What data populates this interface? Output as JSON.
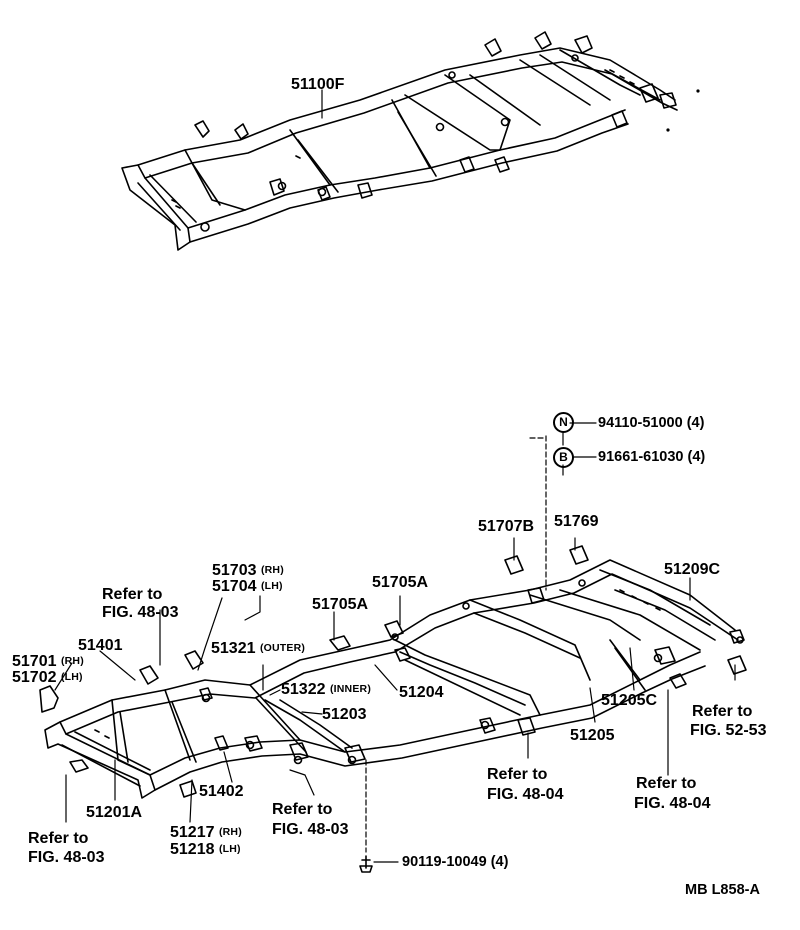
{
  "labels": {
    "p51100F": "51100F",
    "p94110": "94110-51000 (4)",
    "p91661": "91661-61030 (4)",
    "badgeN": "N",
    "badgeB": "B",
    "p51707B": "51707B",
    "p51769": "51769",
    "p51209C": "51209C",
    "p51703": "51703",
    "p51704": "51704",
    "rh": "(RH)",
    "lh": "(LH)",
    "p51705A_upper": "51705A",
    "p51705A_lower": "51705A",
    "refer_to": "Refer to",
    "fig4803": "FIG. 48-03",
    "fig4804": "FIG. 48-04",
    "fig5253": "FIG. 52-53",
    "p51401": "51401",
    "p51321": "51321",
    "outer": "(OUTER)",
    "p51701": "51701",
    "p51702": "51702",
    "p51322": "51322",
    "inner": "(INNER)",
    "p51204": "51204",
    "p51203": "51203",
    "p51205C": "51205C",
    "p51205": "51205",
    "p51402": "51402",
    "p51201A": "51201A",
    "p51217": "51217",
    "p51218": "51218",
    "p90119": "90119-10049 (4)",
    "code": "MB  L858-A"
  }
}
